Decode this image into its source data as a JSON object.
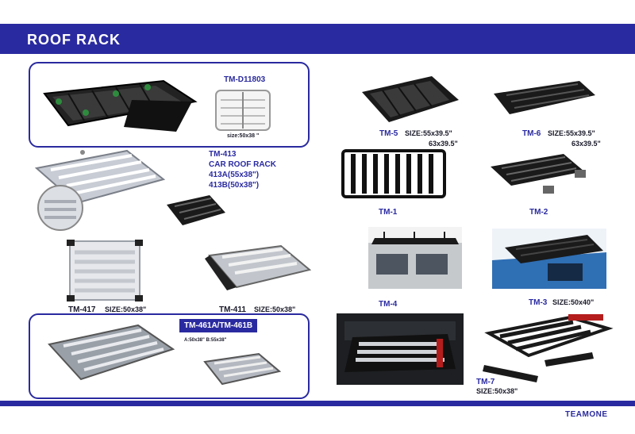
{
  "header": {
    "title": "ROOF RACK"
  },
  "products": {
    "d11803": {
      "code": "TM-D11803",
      "size": "size:50x38 \""
    },
    "tm413": {
      "code": "TM-413",
      "name": "CAR ROOF RACK",
      "a": "413A(55x38\")",
      "b": "413B(50x38\")"
    },
    "tm417": {
      "code": "TM-417",
      "size": "SIZE:50x38\""
    },
    "tm411": {
      "code": "TM-411",
      "size": "SIZE:50x38\""
    },
    "tm461": {
      "code": "TM-461A/TM-461B",
      "size": "A:50x38\" B:55x38\""
    },
    "tm5": {
      "code": "TM-5",
      "size1": "SIZE:55x39.5\"",
      "size2": "63x39.5\""
    },
    "tm6": {
      "code": "TM-6",
      "size1": "SIZE:55x39.5\"",
      "size2": "63x39.5\""
    },
    "tm1": {
      "code": "TM-1"
    },
    "tm2": {
      "code": "TM-2"
    },
    "tm4": {
      "code": "TM-4"
    },
    "tm3": {
      "code": "TM-3",
      "size": "SIZE:50x40\""
    },
    "tm7": {
      "code": "TM-7",
      "size": "SIZE:50x38\""
    }
  },
  "footer": {
    "brand": "TEAMONE"
  },
  "colors": {
    "brand_blue": "#2a2aa0",
    "rack_black": "#1a1a1a",
    "rack_silver": "#b8bcc4"
  }
}
